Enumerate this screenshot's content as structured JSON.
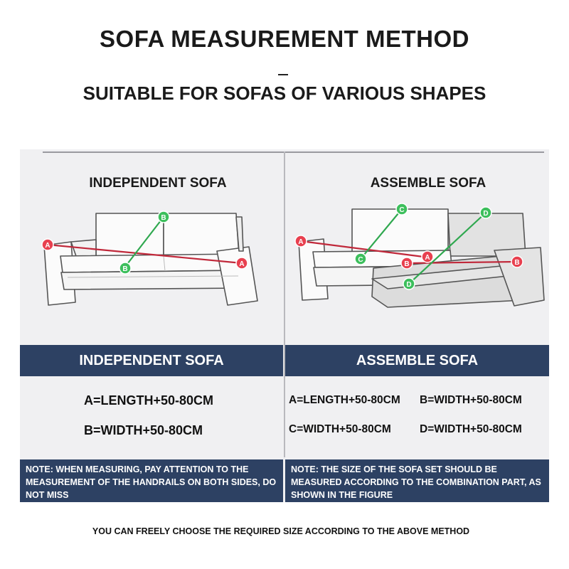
{
  "header": {
    "title": "SOFA MEASUREMENT METHOD",
    "subtitle": "SUITABLE FOR SOFAS OF VARIOUS SHAPES"
  },
  "left": {
    "label": "INDEPENDENT SOFA",
    "band_label": "INDEPENDENT SOFA",
    "formulas": [
      "A=LENGTH+50-80CM",
      "B=WIDTH+50-80CM"
    ],
    "note": "NOTE: WHEN MEASURING, PAY ATTENTION TO THE MEASUREMENT OF THE HANDRAILS ON BOTH SIDES, DO NOT MISS",
    "markers": [
      "A",
      "B",
      "B",
      "A"
    ]
  },
  "right": {
    "label": "ASSEMBLE SOFA",
    "band_label": "ASSEMBLE SOFA",
    "formulas": [
      "A=LENGTH+50-80CM",
      "B=WIDTH+50-80CM",
      "C=WIDTH+50-80CM",
      "D=WIDTH+50-80CM"
    ],
    "note": "NOTE: THE SIZE OF THE SOFA SET SHOULD BE MEASURED ACCORDING TO THE COMBINATION PART, AS SHOWN IN THE FIGURE",
    "markers": [
      "A",
      "C",
      "D",
      "C",
      "B",
      "A",
      "B",
      "D"
    ]
  },
  "footer": "YOU CAN FREELY CHOOSE THE REQUIRED SIZE ACCORDING TO THE ABOVE METHOD",
  "colors": {
    "band": "#2d4163",
    "measure_red": "#c0283a",
    "measure_green": "#2fa84f",
    "panel": "#f0f0f2"
  }
}
